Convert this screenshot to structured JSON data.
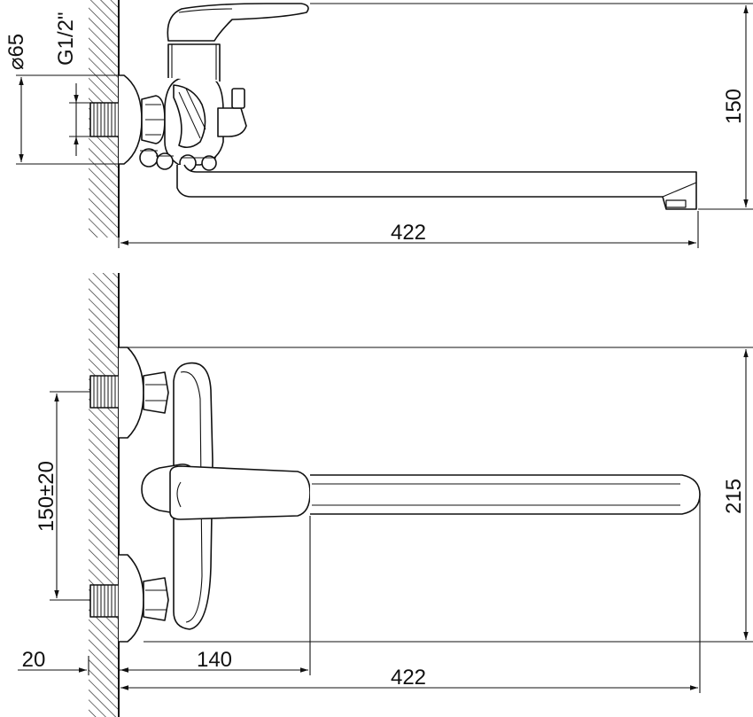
{
  "diagram": {
    "side_view": {
      "diameter_label": "⌀65",
      "thread_label": "G1/2\"",
      "height_label": "150",
      "length_label": "422"
    },
    "front_view": {
      "centers_label": "150±20",
      "height_label": "215",
      "wall_offset_label": "20",
      "handle_reach_label": "140",
      "length_label": "422"
    }
  }
}
